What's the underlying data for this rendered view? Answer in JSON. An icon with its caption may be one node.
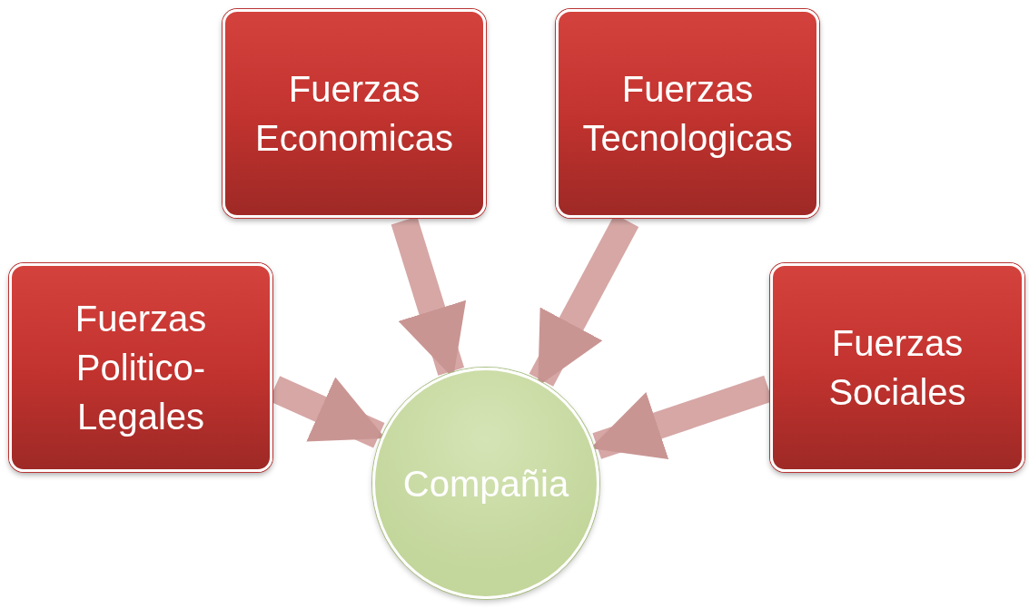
{
  "diagram": {
    "nodes": [
      {
        "text": [
          "Fuerzas Economicas"
        ]
      },
      {
        "text": [
          "Fuerzas Tecnologicas"
        ]
      },
      {
        "text": [
          "Fuerzas Politico-Legales"
        ]
      },
      {
        "text": [
          "Fuerzas Sociales"
        ]
      },
      {
        "text": [
          "Compañia"
        ]
      }
    ],
    "edges": [
      {
        "from": 0,
        "to": 4,
        "arrow": "to"
      },
      {
        "from": 1,
        "to": 4,
        "arrow": "to"
      },
      {
        "from": 2,
        "to": 4,
        "arrow": "to"
      },
      {
        "from": 3,
        "to": 4,
        "arrow": "to"
      }
    ]
  }
}
